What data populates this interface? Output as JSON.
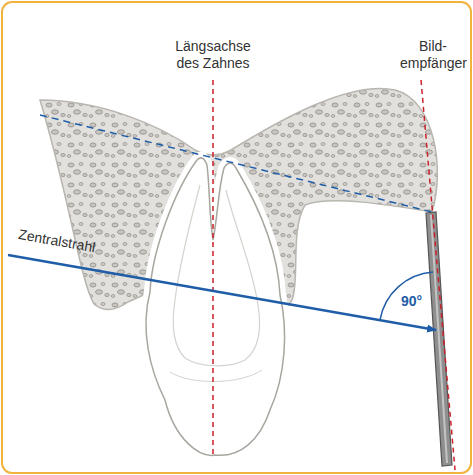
{
  "diagram": {
    "labels": [
      "Längsachse des Zahnes",
      "Bild- empfänger",
      "Zentralstrahl",
      "90°"
    ]
  }
}
